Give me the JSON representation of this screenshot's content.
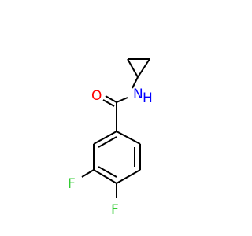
{
  "molecule": {
    "atoms": {
      "oxygen": {
        "label": "O",
        "color": "#ff0000"
      },
      "nitrogen": {
        "label": "N",
        "color": "#0000ff"
      },
      "hydrogen": {
        "label": "H",
        "color": "#0000ff"
      },
      "fluorine_3": {
        "label": "F",
        "color": "#33cc33"
      },
      "fluorine_4": {
        "label": "F",
        "color": "#33cc33"
      }
    },
    "bond_color": "#000000"
  }
}
